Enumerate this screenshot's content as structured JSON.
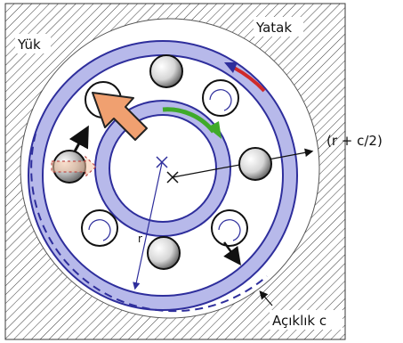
{
  "labels": {
    "load": "Yük",
    "housing": "Yatak",
    "clearance": "Açıklık c",
    "radius_expr": "(r + c/2)",
    "radius_symbol": "r"
  },
  "colors": {
    "ring": "#b7b9ea",
    "ring_edge": "#2e2e9c",
    "hatch": "#3a3a3a",
    "load_arrow": "#f0a070",
    "rotation_arrow": "#3faa2a",
    "cage_arrow": "#d02a2a",
    "loaded_ball": "#9a9a9a"
  },
  "icons": [
    "load-arrow-icon",
    "inner-rotation-arrow-icon",
    "cage-rotation-arrow-icon",
    "ball-motion-arrow-icon"
  ]
}
